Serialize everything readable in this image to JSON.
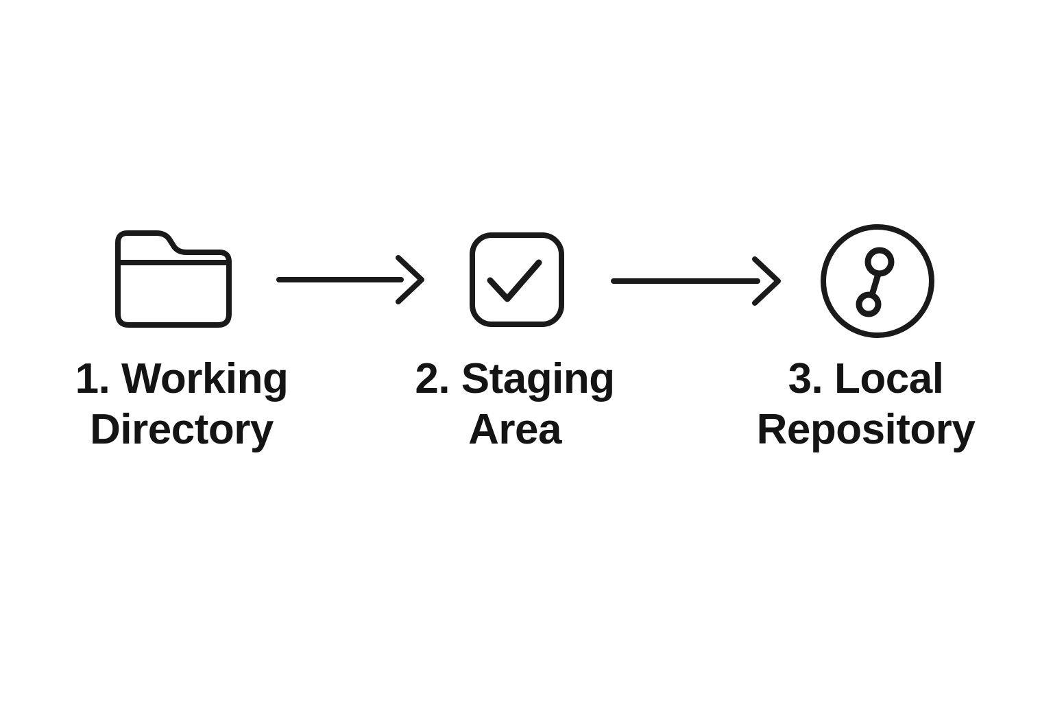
{
  "diagram": {
    "type": "flow",
    "direction": "left-to-right",
    "background_color": "#ffffff",
    "ink_color": "#1a1a1a",
    "text_color": "#141414",
    "nodes": [
      {
        "id": "working-directory",
        "step_number": "1.",
        "line1": "1. Working",
        "line2": "Directory",
        "full_label": "1. Working Directory",
        "icon": "folder-icon"
      },
      {
        "id": "staging-area",
        "step_number": "2.",
        "line1": "2. Staging",
        "line2": "Area",
        "full_label": "2. Staging Area",
        "icon": "checkbox-check-icon"
      },
      {
        "id": "local-repository",
        "step_number": "3.",
        "line1": "3. Local",
        "line2": "Repository",
        "full_label": "3. Local Repository",
        "icon": "git-commit-icon"
      }
    ],
    "arrows": [
      {
        "from": "working-directory",
        "to": "staging-area",
        "direction": "right"
      },
      {
        "from": "staging-area",
        "to": "local-repository",
        "direction": "right"
      }
    ]
  }
}
